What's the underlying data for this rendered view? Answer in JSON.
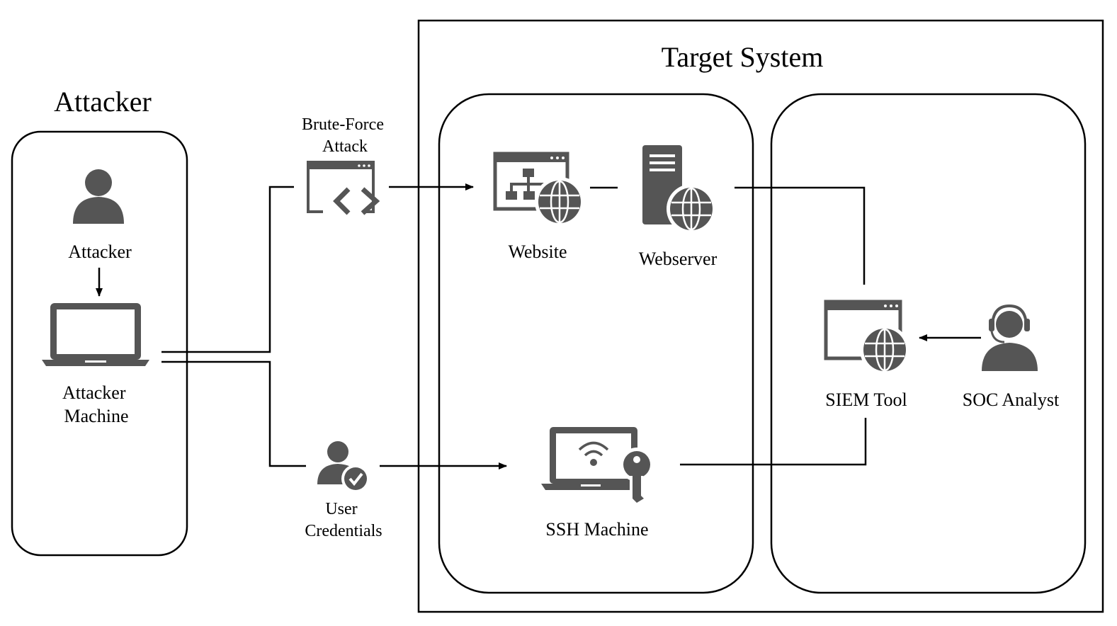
{
  "groups": {
    "attacker_title": "Attacker",
    "target_title": "Target System"
  },
  "nodes": {
    "attacker": "Attacker",
    "attacker_machine": [
      "Attacker",
      "Machine"
    ],
    "brute_force": [
      "Brute-Force",
      "Attack"
    ],
    "user_credentials": [
      "User",
      "Credentials"
    ],
    "website": "Website",
    "webserver": "Webserver",
    "ssh_machine": "SSH Machine",
    "siem_tool": "SIEM Tool",
    "soc_analyst": "SOC Analyst"
  },
  "icons": {
    "attacker": "person-icon",
    "attacker_machine": "laptop-icon",
    "brute_force": "code-window-icon",
    "user_credentials": "user-check-icon",
    "website": "website-globe-icon",
    "webserver": "server-globe-icon",
    "ssh_machine": "laptop-wifi-key-icon",
    "siem_tool": "window-globe-icon",
    "soc_analyst": "headset-user-icon"
  },
  "colors": {
    "icon": "#555555",
    "line": "#000000"
  }
}
